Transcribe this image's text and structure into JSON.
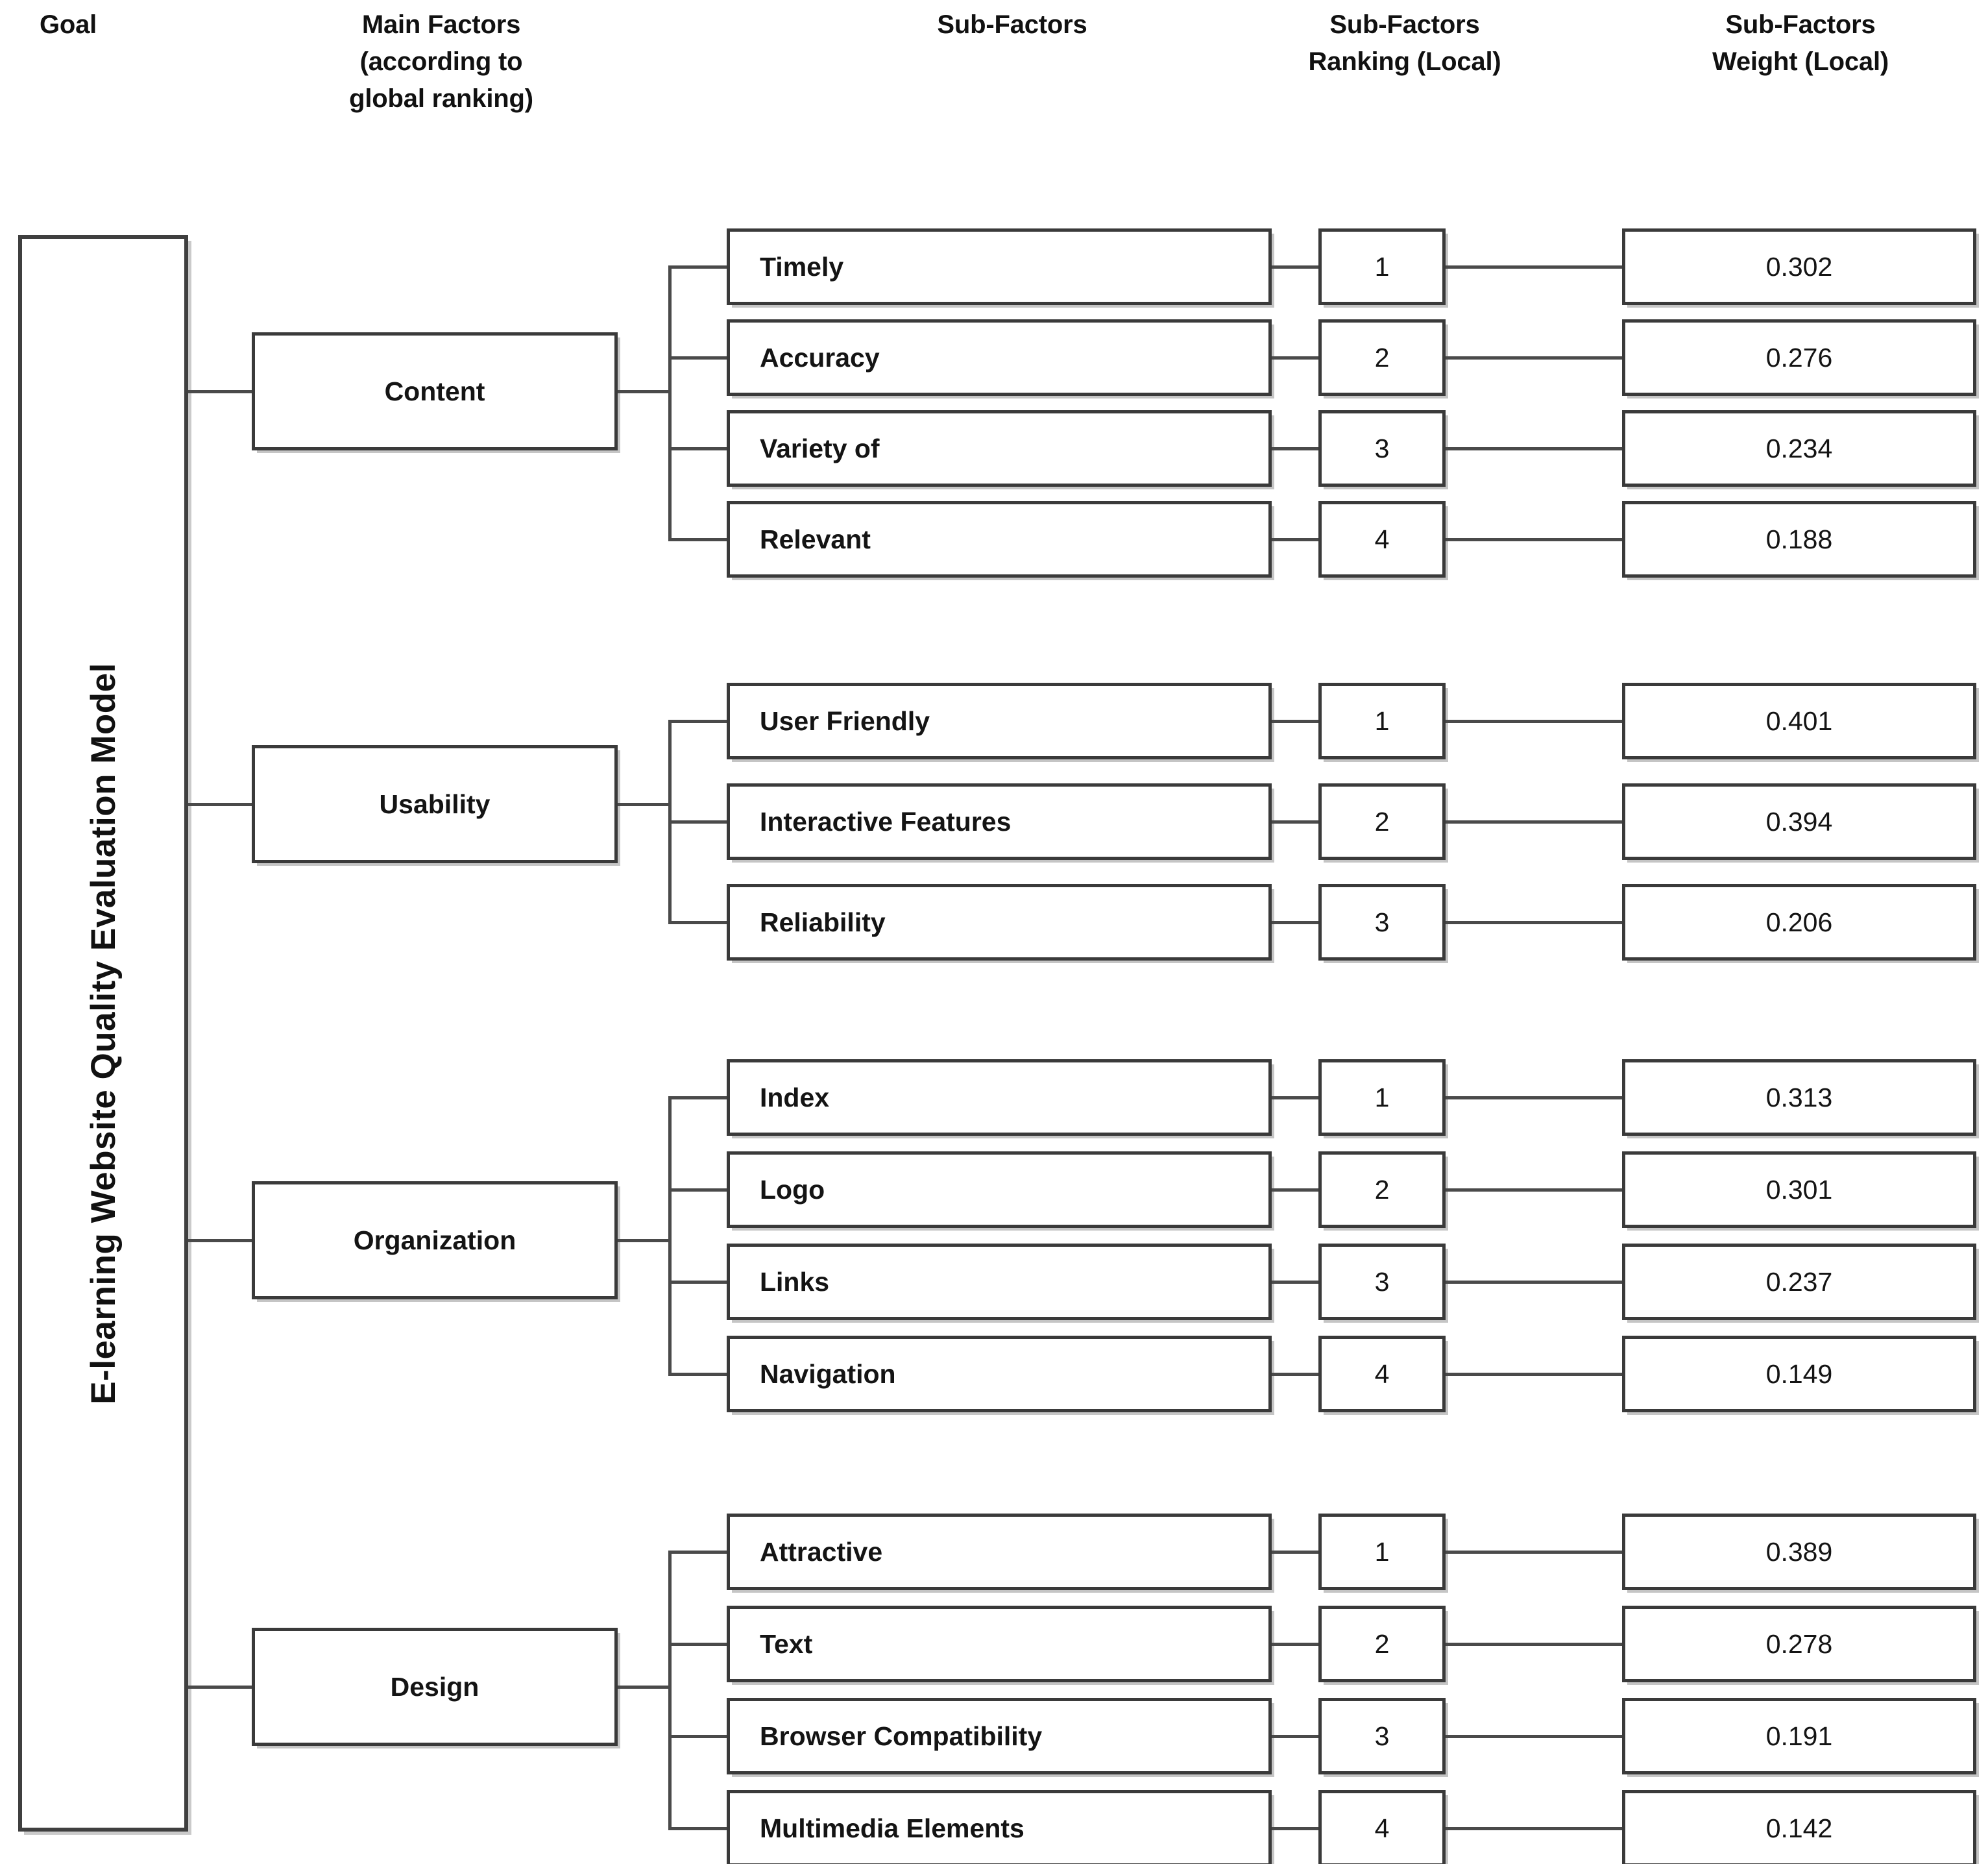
{
  "headers": {
    "goal": "Goal",
    "main_factors": "Main Factors (according to global ranking)",
    "main_factors_lines": [
      "Main Factors",
      "(according to",
      "global ranking)"
    ],
    "sub_factors": "Sub-Factors",
    "ranking": "Sub-Factors Ranking (Local)",
    "ranking_lines": [
      "Sub-Factors",
      "Ranking (Local)"
    ],
    "weight": "Sub-Factors Weight (Local)",
    "weight_lines": [
      "Sub-Factors",
      "Weight (Local)"
    ]
  },
  "goal": {
    "label": "E-learning Website Quality Evaluation Model"
  },
  "groups": [
    {
      "factor": "Content",
      "sub_factors": [
        {
          "name": "Timely",
          "rank": "1",
          "weight": "0.302"
        },
        {
          "name": "Accuracy",
          "rank": "2",
          "weight": "0.276"
        },
        {
          "name": "Variety of",
          "rank": "3",
          "weight": "0.234"
        },
        {
          "name": "Relevant",
          "rank": "4",
          "weight": "0.188"
        }
      ]
    },
    {
      "factor": "Usability",
      "sub_factors": [
        {
          "name": "User Friendly",
          "rank": "1",
          "weight": "0.401"
        },
        {
          "name": "Interactive Features",
          "rank": "2",
          "weight": "0.394"
        },
        {
          "name": "Reliability",
          "rank": "3",
          "weight": "0.206"
        }
      ]
    },
    {
      "factor": "Organization",
      "sub_factors": [
        {
          "name": "Index",
          "rank": "1",
          "weight": "0.313"
        },
        {
          "name": "Logo",
          "rank": "2",
          "weight": "0.301"
        },
        {
          "name": "Links",
          "rank": "3",
          "weight": "0.237"
        },
        {
          "name": "Navigation",
          "rank": "4",
          "weight": "0.149"
        }
      ]
    },
    {
      "factor": "Design",
      "sub_factors": [
        {
          "name": "Attractive",
          "rank": "1",
          "weight": "0.389"
        },
        {
          "name": "Text",
          "rank": "2",
          "weight": "0.278"
        },
        {
          "name": "Browser Compatibility",
          "rank": "3",
          "weight": "0.191"
        },
        {
          "name": "Multimedia Elements",
          "rank": "4",
          "weight": "0.142"
        }
      ]
    }
  ],
  "colors": {
    "box_border": "#3a3a3a",
    "connector": "#4a4a4a",
    "text": "#141414",
    "background": "#ffffff"
  }
}
